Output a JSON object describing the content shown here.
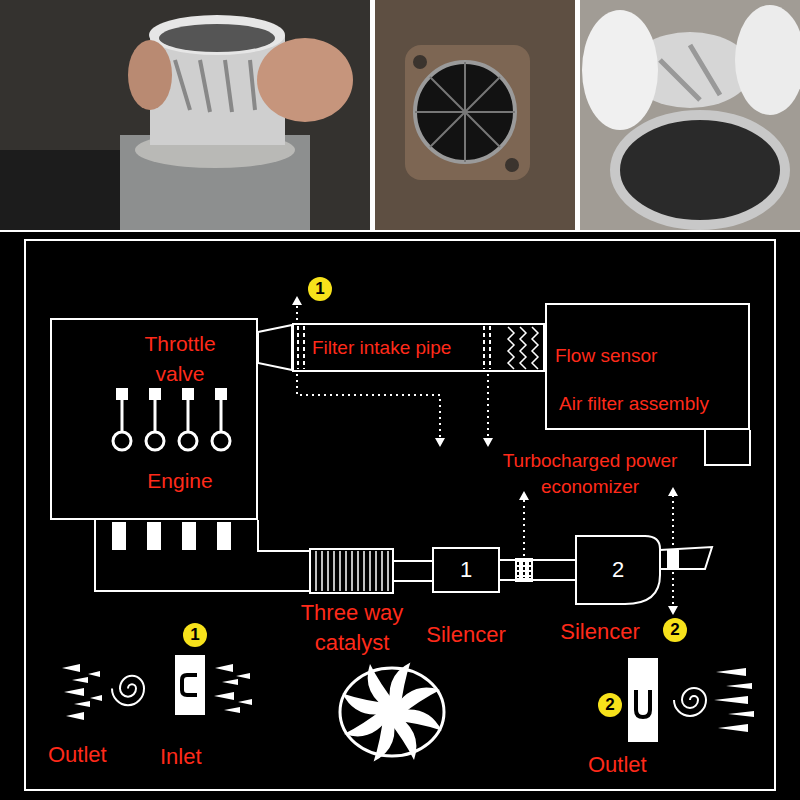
{
  "diagram": {
    "nodes": [
      {
        "text": [
          "Throttle valve",
          "Engine"
        ]
      },
      {
        "text": [
          "Filter intake pipe"
        ]
      },
      {
        "text": [
          "Flow sensor",
          "Air filter assembly"
        ]
      },
      {
        "text": [
          "Three way catalyst"
        ]
      },
      {
        "text": [
          "1",
          "Silencer"
        ]
      },
      {
        "text": [
          "2",
          "Silencer"
        ]
      }
    ],
    "edges": [
      {
        "from": 0,
        "to": 3,
        "arrow": "none"
      },
      {
        "from": 3,
        "to": 4,
        "arrow": "none"
      },
      {
        "from": 4,
        "to": 5,
        "arrow": "none"
      }
    ],
    "labels": [
      "1",
      "Turbocharged power economizer",
      "2",
      "1",
      "Outlet",
      "Inlet",
      "2",
      "Outlet"
    ]
  }
}
